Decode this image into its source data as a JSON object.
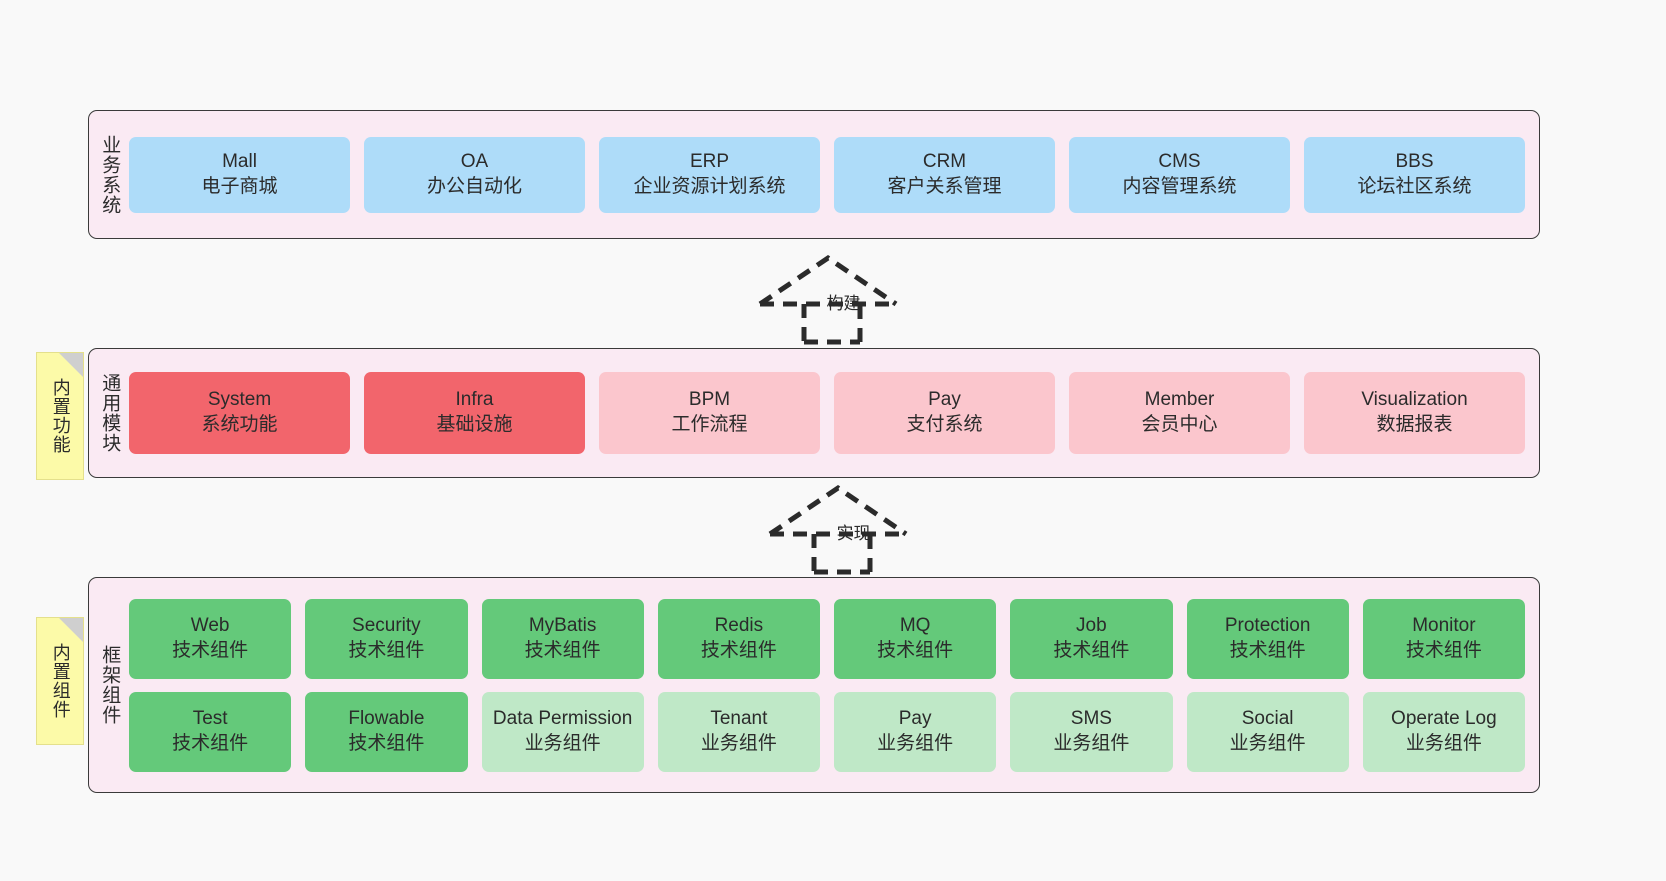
{
  "diagram": {
    "background": "#f9f9f9",
    "panel_bg": "#faeaf3",
    "panel_border": "#3a3a3a"
  },
  "notes": [
    {
      "id": "built-in-functions",
      "text": "内置功能",
      "color": "#fcfaa8"
    },
    {
      "id": "built-in-components",
      "text": "内置组件",
      "color": "#fcfaa8"
    }
  ],
  "layers": {
    "business": {
      "label": "业务系统",
      "card_color": "#aedcf9",
      "items": [
        {
          "name": "Mall",
          "desc": "电子商城"
        },
        {
          "name": "OA",
          "desc": "办公自动化"
        },
        {
          "name": "ERP",
          "desc": "企业资源计划系统"
        },
        {
          "name": "CRM",
          "desc": "客户关系管理"
        },
        {
          "name": "CMS",
          "desc": "内容管理系统"
        },
        {
          "name": "BBS",
          "desc": "论坛社区系统"
        }
      ]
    },
    "modules": {
      "label": "通用模块",
      "color_primary": "#f2656c",
      "color_secondary": "#fbc6cd",
      "items": [
        {
          "name": "System",
          "desc": "系统功能",
          "tone": "primary"
        },
        {
          "name": "Infra",
          "desc": "基础设施",
          "tone": "primary"
        },
        {
          "name": "BPM",
          "desc": "工作流程",
          "tone": "secondary"
        },
        {
          "name": "Pay",
          "desc": "支付系统",
          "tone": "secondary"
        },
        {
          "name": "Member",
          "desc": "会员中心",
          "tone": "secondary"
        },
        {
          "name": "Visualization",
          "desc": "数据报表",
          "tone": "secondary"
        }
      ]
    },
    "framework": {
      "label": "框架组件",
      "color_tech": "#64c97a",
      "color_business": "#bfe8c7",
      "row1": [
        {
          "name": "Web",
          "desc": "技术组件"
        },
        {
          "name": "Security",
          "desc": "技术组件"
        },
        {
          "name": "MyBatis",
          "desc": "技术组件"
        },
        {
          "name": "Redis",
          "desc": "技术组件"
        },
        {
          "name": "MQ",
          "desc": "技术组件"
        },
        {
          "name": "Job",
          "desc": "技术组件"
        },
        {
          "name": "Protection",
          "desc": "技术组件"
        },
        {
          "name": "Monitor",
          "desc": "技术组件"
        }
      ],
      "row2": [
        {
          "name": "Test",
          "desc": "技术组件",
          "tone": "tech"
        },
        {
          "name": "Flowable",
          "desc": "技术组件",
          "tone": "tech"
        },
        {
          "name": "Data Permission",
          "desc": "业务组件",
          "tone": "business"
        },
        {
          "name": "Tenant",
          "desc": "业务组件",
          "tone": "business"
        },
        {
          "name": "Pay",
          "desc": "业务组件",
          "tone": "business"
        },
        {
          "name": "SMS",
          "desc": "业务组件",
          "tone": "business"
        },
        {
          "name": "Social",
          "desc": "业务组件",
          "tone": "business"
        },
        {
          "name": "Operate Log",
          "desc": "业务组件",
          "tone": "business"
        }
      ]
    }
  },
  "connectors": [
    {
      "id": "build",
      "label": "构建",
      "style": "dashed-hollow-arrow-up"
    },
    {
      "id": "implement",
      "label": "实现",
      "style": "dashed-hollow-arrow-up"
    }
  ]
}
